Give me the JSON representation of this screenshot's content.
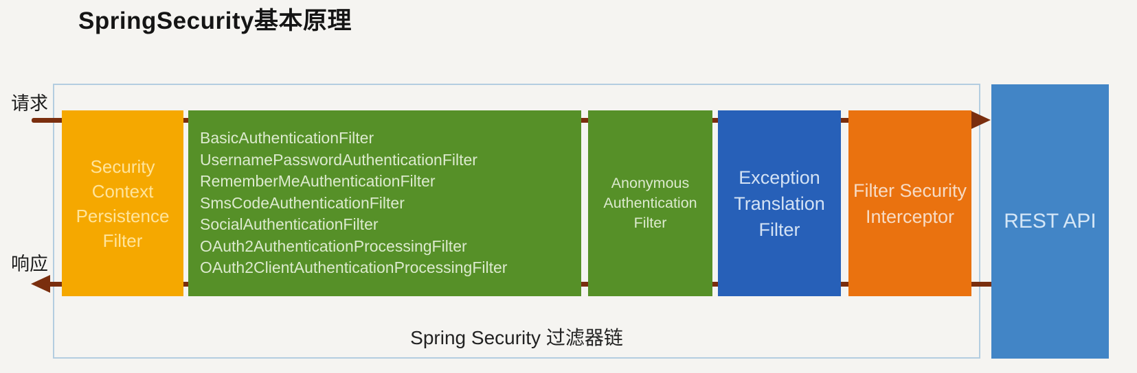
{
  "title": "SpringSecurity基本原理",
  "flow_labels": {
    "request": "请求",
    "response": "响应"
  },
  "chain": {
    "caption": "Spring Security 过滤器链",
    "boxes": {
      "security_context": "Security Context Persistence Filter",
      "main_filters": [
        "BasicAuthenticationFilter",
        "UsernamePasswordAuthenticationFilter",
        "RememberMeAuthenticationFilter",
        "SmsCodeAuthenticationFilter",
        "SocialAuthenticationFilter",
        "OAuth2AuthenticationProcessingFilter",
        "OAuth2ClientAuthenticationProcessingFilter"
      ],
      "anonymous": "Anonymous Authentication Filter",
      "exception_translation": "Exception Translation Filter",
      "filter_security_interceptor": "Filter Security Interceptor"
    }
  },
  "rest_api_label": "REST API",
  "colors": {
    "amber_box": "#F5A800",
    "green_box": "#569028",
    "blue_box": "#2760B8",
    "orange_box": "#EA720F",
    "rest_api_box": "#4285C6",
    "arrow": "#7A2E0E",
    "chain_border": "#B3CDE0",
    "background": "#F5F4F1"
  }
}
